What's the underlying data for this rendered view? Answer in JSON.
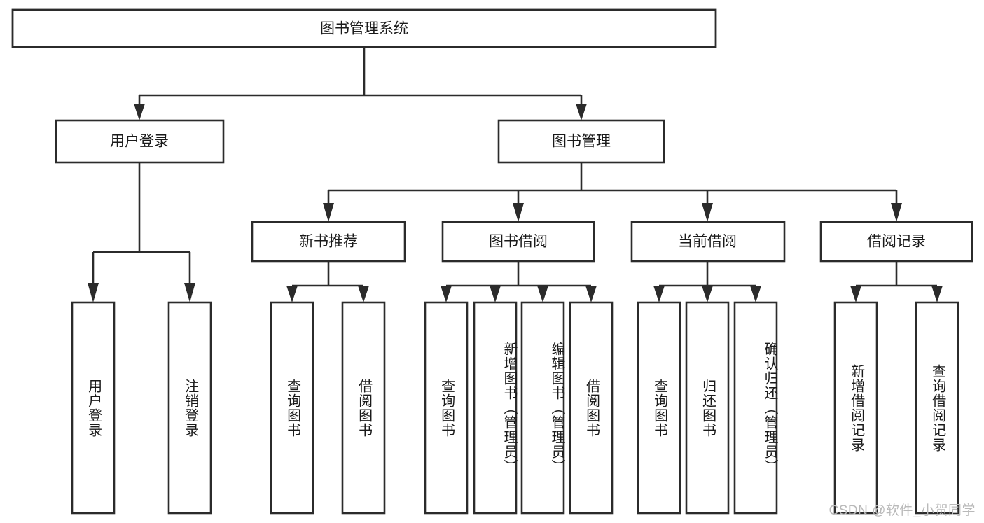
{
  "diagram": {
    "type": "tree",
    "title": "图书管理系统",
    "root": {
      "id": "root",
      "label": "图书管理系统",
      "orientation": "horizontal"
    },
    "level2": [
      {
        "id": "user-login",
        "label": "用户登录",
        "orientation": "horizontal"
      },
      {
        "id": "book-manage",
        "label": "图书管理",
        "orientation": "horizontal"
      }
    ],
    "level3": [
      {
        "id": "new-book-recommend",
        "label": "新书推荐",
        "orientation": "horizontal",
        "parent": "book-manage"
      },
      {
        "id": "book-borrow",
        "label": "图书借阅",
        "orientation": "horizontal",
        "parent": "book-manage"
      },
      {
        "id": "current-borrow",
        "label": "当前借阅",
        "orientation": "horizontal",
        "parent": "book-manage"
      },
      {
        "id": "borrow-record",
        "label": "借阅记录",
        "orientation": "horizontal",
        "parent": "book-manage"
      }
    ],
    "leaves": [
      {
        "id": "leaf-user-login",
        "label": "用户登录",
        "orientation": "vertical",
        "parent": "user-login"
      },
      {
        "id": "leaf-user-logout",
        "label": "注销登录",
        "orientation": "vertical",
        "parent": "user-login"
      },
      {
        "id": "leaf-query-book-1",
        "label": "查询图书",
        "orientation": "vertical",
        "parent": "new-book-recommend"
      },
      {
        "id": "leaf-borrow-book-1",
        "label": "借阅图书",
        "orientation": "vertical",
        "parent": "new-book-recommend"
      },
      {
        "id": "leaf-query-book-2",
        "label": "查询图书",
        "orientation": "vertical",
        "parent": "book-borrow"
      },
      {
        "id": "leaf-add-book",
        "label": "新增图书（管理员）",
        "orientation": "vertical",
        "parent": "book-borrow"
      },
      {
        "id": "leaf-edit-book",
        "label": "编辑图书（管理员）",
        "orientation": "vertical",
        "parent": "book-borrow"
      },
      {
        "id": "leaf-borrow-book-2",
        "label": "借阅图书",
        "orientation": "vertical",
        "parent": "book-borrow"
      },
      {
        "id": "leaf-query-book-3",
        "label": "查询图书",
        "orientation": "vertical",
        "parent": "current-borrow"
      },
      {
        "id": "leaf-return-book",
        "label": "归还图书",
        "orientation": "vertical",
        "parent": "current-borrow"
      },
      {
        "id": "leaf-confirm-return",
        "label": "确认归还（管理员）",
        "orientation": "vertical",
        "parent": "current-borrow"
      },
      {
        "id": "leaf-add-record",
        "label": "新增借阅记录",
        "orientation": "vertical",
        "parent": "borrow-record"
      },
      {
        "id": "leaf-query-record",
        "label": "查询借阅记录",
        "orientation": "vertical",
        "parent": "borrow-record"
      }
    ],
    "colors": {
      "stroke": "#2b2b2b",
      "fill": "#ffffff",
      "text": "#1a1a1a",
      "watermark": "#b9b9b9",
      "background": "#ffffff"
    }
  },
  "watermark": {
    "text": "CSDN @软件_小贺同学"
  }
}
